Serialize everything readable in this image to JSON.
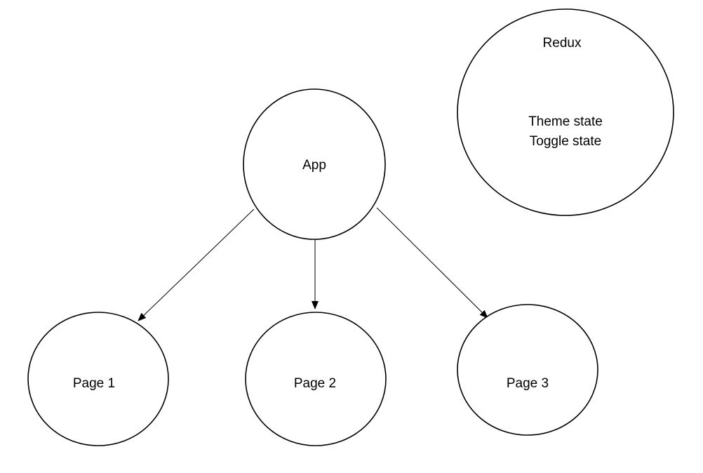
{
  "diagram": {
    "nodes": {
      "app": {
        "label": "App"
      },
      "page1": {
        "label": "Page 1"
      },
      "page2": {
        "label": "Page 2"
      },
      "page3": {
        "label": "Page 3"
      },
      "redux": {
        "title": "Redux",
        "lines": [
          "Theme state",
          "Toggle state"
        ]
      }
    },
    "edges": [
      {
        "from": "App",
        "to": "Page 1"
      },
      {
        "from": "App",
        "to": "Page 2"
      },
      {
        "from": "App",
        "to": "Page 3"
      }
    ]
  },
  "colors": {
    "stroke": "#000000",
    "background": "#ffffff"
  }
}
